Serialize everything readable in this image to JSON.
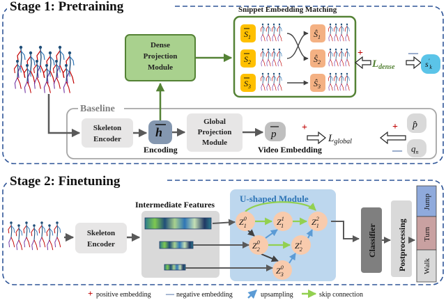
{
  "stage1": {
    "title": "Stage 1:  Pretraining",
    "snippet_title": "Snippet Embedding Matching",
    "dense_module": [
      "Dense",
      "Projection",
      "Module"
    ],
    "baseline_label": "Baseline",
    "skeleton_encoder": [
      "Skeleton",
      "Encoder"
    ],
    "h_symbol": "h",
    "encoding_label": "Encoding",
    "global_module": [
      "Global",
      "Projection",
      "Module"
    ],
    "p_symbol": "p",
    "video_embedding_label": "Video Embedding",
    "l_dense": "L",
    "l_dense_sub": "dense",
    "l_global": "L",
    "l_global_sub": "global",
    "s_k": "s",
    "s_k_sup": "'",
    "s_k_sub": "k",
    "p_hat": "p̂",
    "q_n": "q",
    "q_n_sub": "n",
    "s_bar": [
      "S",
      "S",
      "S"
    ],
    "s_hat": [
      "Ŝ",
      "Ŝ",
      "Ŝ"
    ],
    "subs": [
      "1",
      "2",
      "3"
    ]
  },
  "stage2": {
    "title": "Stage 2:  Finetuning",
    "intermediate_features": "Intermediate Features",
    "skeleton_encoder": [
      "Skeleton",
      "Encoder"
    ],
    "u_module": "U-shaped Module",
    "classifier": "Classifier",
    "postprocessing": "Postprocessing",
    "actions": [
      "Jump",
      "Turn",
      "Walk"
    ],
    "z_nodes": [
      {
        "base": "Z",
        "sub": "1",
        "sup": "0"
      },
      {
        "base": "Z",
        "sub": "1",
        "sup": "1"
      },
      {
        "base": "Z",
        "sub": "1",
        "sup": "2"
      },
      {
        "base": "Z",
        "sub": "2",
        "sup": "0"
      },
      {
        "base": "Z",
        "sub": "2",
        "sup": "1"
      },
      {
        "base": "Z",
        "sub": "3",
        "sup": "0"
      }
    ]
  },
  "legend": {
    "plus": "+",
    "positive": "positive embedding",
    "minus": "—",
    "negative": "negative embedding",
    "upsampling": "upsampling",
    "skip": "skip connection"
  },
  "colors": {
    "stage_border": "#2f5597",
    "green": "#548235",
    "green_fill": "#70ad47",
    "orange_bar": "#ffc000",
    "salmon": "#f4b183",
    "node_orange": "#f8cbad",
    "u_blue": "#bdd7ee",
    "gray_box": "#e7e6e6",
    "dark_gray": "#7f7f7f",
    "cyan": "#5b9bd5",
    "red": "#c00000"
  }
}
